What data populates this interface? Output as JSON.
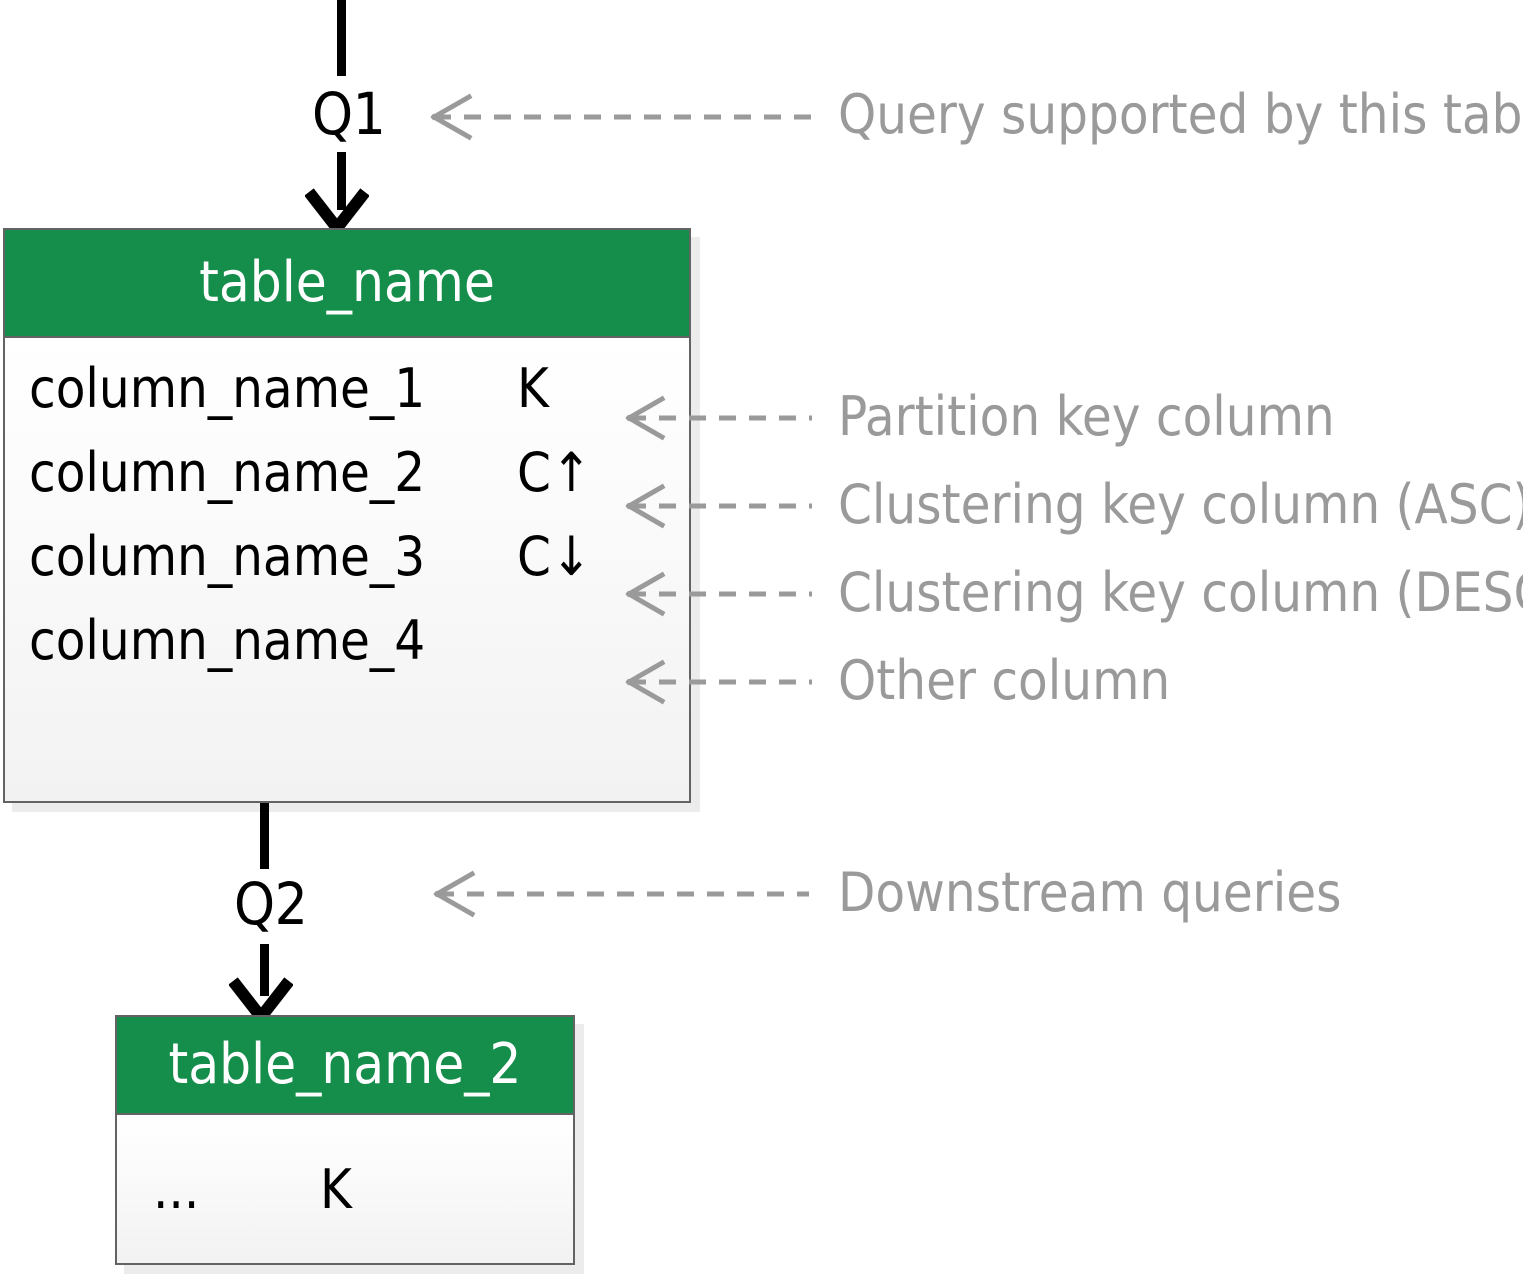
{
  "diagram": {
    "type": "cassandra-chebotko-table-legend",
    "colors": {
      "table_header_green": "#158E4B",
      "table_header_text": "#ffffff",
      "table_border": "#636363",
      "table_shadow": "#ececec",
      "annotation_gray": "#9a9a9a",
      "flow_black": "#000000",
      "background": "#ffffff"
    },
    "flows": [
      {
        "label": "Q1",
        "direction": "down",
        "into": "table_name"
      },
      {
        "label": "Q2",
        "direction": "down",
        "into": "table_name_2"
      }
    ],
    "tables": [
      {
        "name": "table_name",
        "columns": [
          {
            "name": "column_name_1",
            "marker": "K",
            "kind": "partition-key"
          },
          {
            "name": "column_name_2",
            "marker": "C↑",
            "kind": "clustering-key-asc"
          },
          {
            "name": "column_name_3",
            "marker": "C↓",
            "kind": "clustering-key-desc"
          },
          {
            "name": "column_name_4",
            "marker": "",
            "kind": "other"
          }
        ]
      },
      {
        "name": "table_name_2",
        "columns": [
          {
            "name": "...",
            "marker": "K",
            "kind": "partition-key"
          }
        ]
      }
    ],
    "annotations": [
      {
        "id": "q1",
        "text": "Query supported by this table",
        "points_to": "Q1"
      },
      {
        "id": "pk",
        "text": "Partition key column",
        "points_to": "column_name_1"
      },
      {
        "id": "casc",
        "text": "Clustering key column (ASC)",
        "points_to": "column_name_2"
      },
      {
        "id": "cdesc",
        "text": "Clustering key column (DESC)",
        "points_to": "column_name_3"
      },
      {
        "id": "other",
        "text": "Other column",
        "points_to": "column_name_4"
      },
      {
        "id": "q2",
        "text": "Downstream queries",
        "points_to": "Q2"
      }
    ]
  }
}
